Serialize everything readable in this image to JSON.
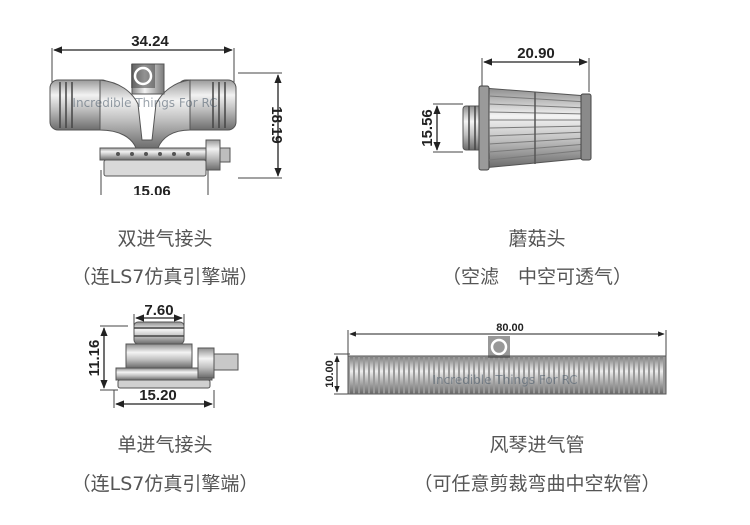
{
  "parts": [
    {
      "id": "dual-inlet-connector",
      "name": "双进气接头",
      "note": "（连LS7仿真引擎端）",
      "dims": {
        "width": "34.24",
        "height": "18.19",
        "base": "15.06"
      }
    },
    {
      "id": "mushroom-head",
      "name": "蘑菇头",
      "note": "（空滤　中空可透气）",
      "dims": {
        "width": "20.90",
        "height": "15.56"
      }
    },
    {
      "id": "single-inlet-connector",
      "name": "单进气接头",
      "note": "（连LS7仿真引擎端）",
      "dims": {
        "top": "7.60",
        "height": "11.16",
        "base": "15.20"
      }
    },
    {
      "id": "accordion-intake-tube",
      "name": "风琴进气管",
      "note": "（可任意剪裁弯曲中空软管）",
      "dims": {
        "width": "80.00",
        "height": "10.00"
      }
    }
  ],
  "watermark": "Incredible Things For RC",
  "colors": {
    "metal_dark": "#6a6a6a",
    "metal_light": "#e6e6e6",
    "line": "#222222",
    "caption": "#555555"
  }
}
